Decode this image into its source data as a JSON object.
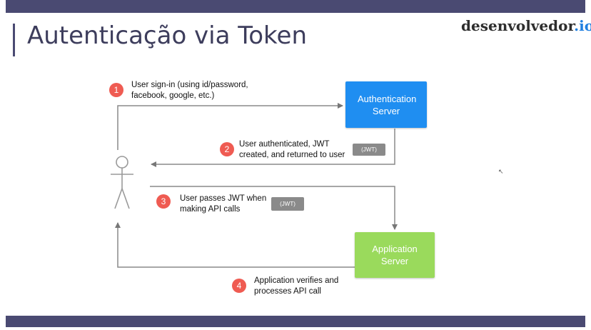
{
  "slide": {
    "title": "Autenticação via Token",
    "logo": {
      "main": "desenvolvedor",
      "accent": ".io"
    }
  },
  "diagram": {
    "auth_server": "Authentication Server",
    "app_server": "Application Server",
    "steps": [
      {
        "number": "1",
        "text": "User sign-in (using id/password, facebook, google, etc.)"
      },
      {
        "number": "2",
        "text": "User authenticated, JWT created, and returned to user"
      },
      {
        "number": "3",
        "text": "User passes JWT when making API calls"
      },
      {
        "number": "4",
        "text": "Application verifies and processes API call"
      }
    ],
    "tokens": [
      "(JWT)",
      "(JWT)"
    ]
  },
  "colors": {
    "bars": "#4a4a72",
    "auth_server": "#1f8ef1",
    "app_server": "#9ada5c",
    "step_badge": "#ef5b52",
    "token": "#8a8a8a",
    "logo_accent": "#1f7fe0"
  },
  "icons": {
    "user": "user-stick-figure-icon",
    "cursor": "mouse-pointer-icon"
  }
}
